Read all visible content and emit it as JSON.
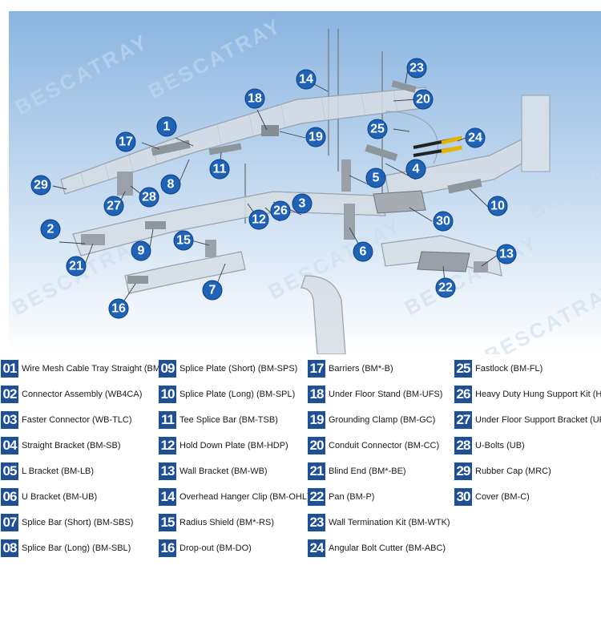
{
  "watermark": [
    "BESCATRAY",
    "BESCATRAY",
    "BESCATRAY",
    "BESCATRAY",
    "BESCATRAY",
    "BESCATRAY",
    "BESCATRAY"
  ],
  "colors": {
    "sky_top": "#8ab4e0",
    "sky_bottom": "#ffffff",
    "badge": "#1e63b6",
    "legend_num": "#1f4f97"
  },
  "callouts": [
    "1",
    "2",
    "3",
    "4",
    "5",
    "6",
    "7",
    "8",
    "9",
    "10",
    "11",
    "12",
    "13",
    "14",
    "15",
    "16",
    "17",
    "18",
    "19",
    "20",
    "21",
    "22",
    "23",
    "24",
    "25",
    "26",
    "27",
    "28",
    "29",
    "30"
  ],
  "legend": [
    {
      "num": "01",
      "label": "Wire Mesh Cable Tray Straight (BM*)"
    },
    {
      "num": "02",
      "label": "Connector Assembly (WB4CA)"
    },
    {
      "num": "03",
      "label": "Faster Connector (WB-TLC)"
    },
    {
      "num": "04",
      "label": "Straight Bracket (BM-SB)"
    },
    {
      "num": "05",
      "label": "L Bracket (BM-LB)"
    },
    {
      "num": "06",
      "label": "U Bracket (BM-UB)"
    },
    {
      "num": "07",
      "label": "Splice Bar (Short) (BM-SBS)"
    },
    {
      "num": "08",
      "label": "Splice Bar (Long) (BM-SBL)"
    },
    {
      "num": "09",
      "label": "Splice Plate (Short) (BM-SPS)"
    },
    {
      "num": "10",
      "label": "Splice Plate (Long) (BM-SPL)"
    },
    {
      "num": "11",
      "label": "Tee Splice Bar (BM-TSB)"
    },
    {
      "num": "12",
      "label": "Hold Down Plate (BM-HDP)"
    },
    {
      "num": "13",
      "label": "Wall Bracket (BM-WB)"
    },
    {
      "num": "14",
      "label": "Overhead Hanger Clip (BM-OHL)"
    },
    {
      "num": "15",
      "label": "Radius Shield (BM*-RS)"
    },
    {
      "num": "16",
      "label": "Drop-out (BM-DO)"
    },
    {
      "num": "17",
      "label": "Barriers (BM*-B)"
    },
    {
      "num": "18",
      "label": "Under Floor Stand (BM-UFS)"
    },
    {
      "num": "19",
      "label": "Grounding Clamp (BM-GC)"
    },
    {
      "num": "20",
      "label": "Conduit Connector (BM-CC)"
    },
    {
      "num": "21",
      "label": "Blind End (BM*-BE)"
    },
    {
      "num": "22",
      "label": "Pan (BM-P)"
    },
    {
      "num": "23",
      "label": "Wall Termination Kit (BM-WTK)"
    },
    {
      "num": "24",
      "label": "Angular Bolt Cutter (BM-ABC)"
    },
    {
      "num": "25",
      "label": "Fastlock (BM-FL)"
    },
    {
      "num": "26",
      "label": "Heavy Duty Hung Support Kit (HDHS)"
    },
    {
      "num": "27",
      "label": "Under Floor Support Bracket (UFSB)"
    },
    {
      "num": "28",
      "label": "U-Bolts (UB)"
    },
    {
      "num": "29",
      "label": "Rubber Cap (MRC)"
    },
    {
      "num": "30",
      "label": "Cover (BM-C)"
    }
  ]
}
